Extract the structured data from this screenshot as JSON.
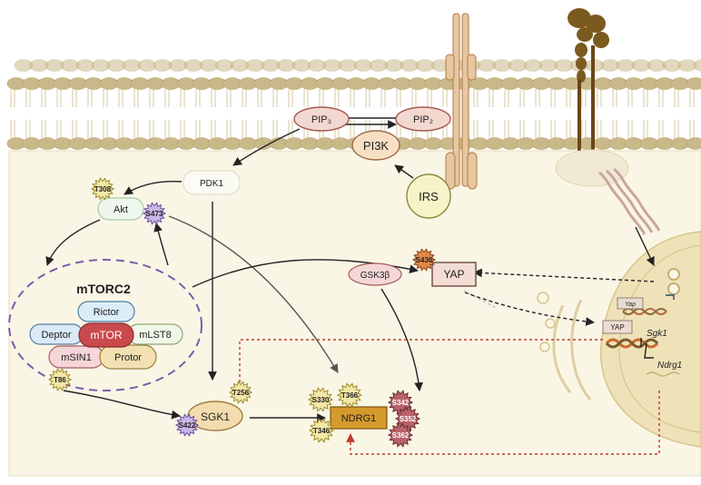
{
  "pathway": {
    "membrane": {
      "pip3": "PIP₃",
      "pip2": "PIP₂",
      "pi3k": "PI3K",
      "irs": "IRS"
    },
    "kinases": {
      "pdk1": "PDK1",
      "akt": "Akt",
      "gsk3b": "GSK3β",
      "yap": "YAP",
      "sgk1": "SGK1",
      "ndrg1": "NDRG1"
    },
    "mtorc2": {
      "title": "mTORC2",
      "rictor": "Rictor",
      "deptor": "Deptor",
      "mtor": "mTOR",
      "mlst8": "mLST8",
      "msin1": "mSIN1",
      "protor": "Protor"
    },
    "sites": {
      "akt_t308": "T308",
      "akt_s473": "S473",
      "yap_s436": "S436",
      "msin1_t86": "T86",
      "sgk1_t256": "T256",
      "sgk1_s422": "S422",
      "ndrg1_s330": "S330",
      "ndrg1_t366": "T366",
      "ndrg1_t346": "T346",
      "ndrg1_s342": "S342",
      "ndrg1_s352": "S352",
      "ndrg1_s362": "S362"
    },
    "nucleus": {
      "yap_small": "Yap",
      "yap_box": "YAP",
      "sgk1_gene": "Sgk1",
      "ndrg1_gene": "Ndrg1"
    }
  },
  "colors": {
    "bilayer_head": "#c9b98a",
    "cell_fill": "#faf6e6",
    "star_gold": "#f3e7a8",
    "star_purple": "#c9b7e6",
    "star_brown": "#b9636a",
    "mtor_red": "#c94a4d",
    "ndrg1_gold": "#d49a2c",
    "dashed_red": "#c0392b"
  }
}
